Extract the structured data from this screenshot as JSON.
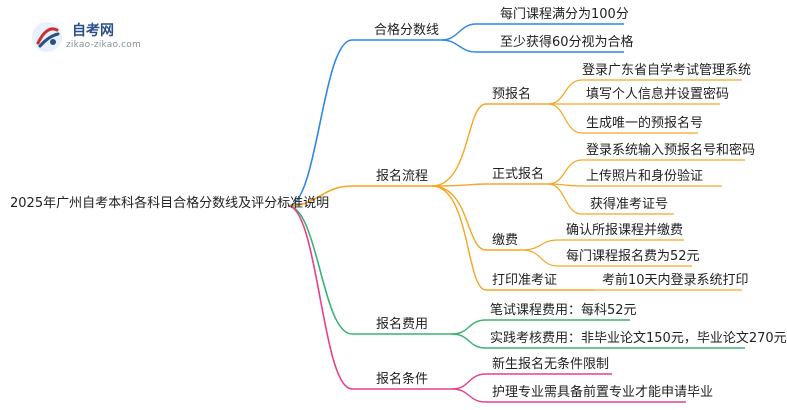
{
  "logo": {
    "name": "自考网",
    "url": "zikao-zikao.com"
  },
  "mindmap": {
    "root": "2025年广州自考本科各科目合格分数线及评分标准说明",
    "colors": {
      "blue": "#2f86e6",
      "orange": "#f5a623",
      "green": "#3cb371",
      "pink": "#e83e8c"
    },
    "branches": [
      {
        "label": "合格分数线",
        "children": [
          {
            "label": "每门课程满分为100分"
          },
          {
            "label": "至少获得60分视为合格"
          }
        ]
      },
      {
        "label": "报名流程",
        "children": [
          {
            "label": "预报名",
            "children": [
              "登录广东省自学考试管理系统",
              "填写个人信息并设置密码",
              "生成唯一的预报名号"
            ]
          },
          {
            "label": "正式报名",
            "children": [
              "登录系统输入预报名号和密码",
              "上传照片和身份验证",
              "获得准考证号"
            ]
          },
          {
            "label": "缴费",
            "children": [
              "确认所报课程并缴费",
              "每门课程报名费为52元"
            ]
          },
          {
            "label": "打印准考证",
            "children": [
              "考前10天内登录系统打印"
            ]
          }
        ]
      },
      {
        "label": "报名费用",
        "children": [
          {
            "label": "笔试课程费用：每科52元"
          },
          {
            "label": "实践考核费用：非毕业论文150元，毕业论文270元"
          }
        ]
      },
      {
        "label": "报名条件",
        "children": [
          {
            "label": "新生报名无条件限制"
          },
          {
            "label": "护理专业需具备前置专业才能申请毕业"
          }
        ]
      }
    ]
  }
}
